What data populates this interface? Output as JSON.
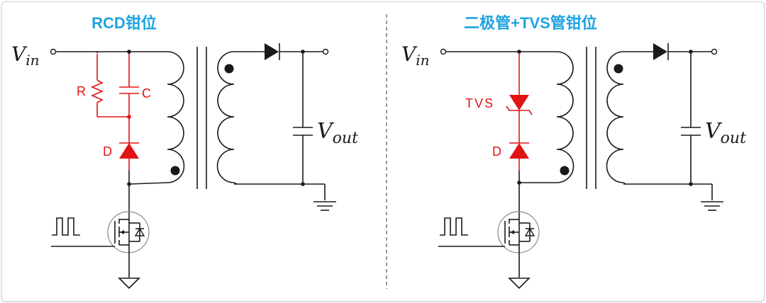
{
  "left": {
    "title": "RCD钳位",
    "vin_main": "V",
    "vin_sub": "in",
    "label_r": "R",
    "label_c": "C",
    "label_d": "D",
    "vout_main": "V",
    "vout_sub": "out"
  },
  "right": {
    "title": "二极管+TVS管钳位",
    "vin_main": "V",
    "vin_sub": "in",
    "label_tvs": "TVS",
    "label_d": "D",
    "vout_main": "V",
    "vout_sub": "out"
  },
  "colors": {
    "title": "#1fa3e0",
    "clamp": "#e01414",
    "wire": "#1a1a1a"
  }
}
